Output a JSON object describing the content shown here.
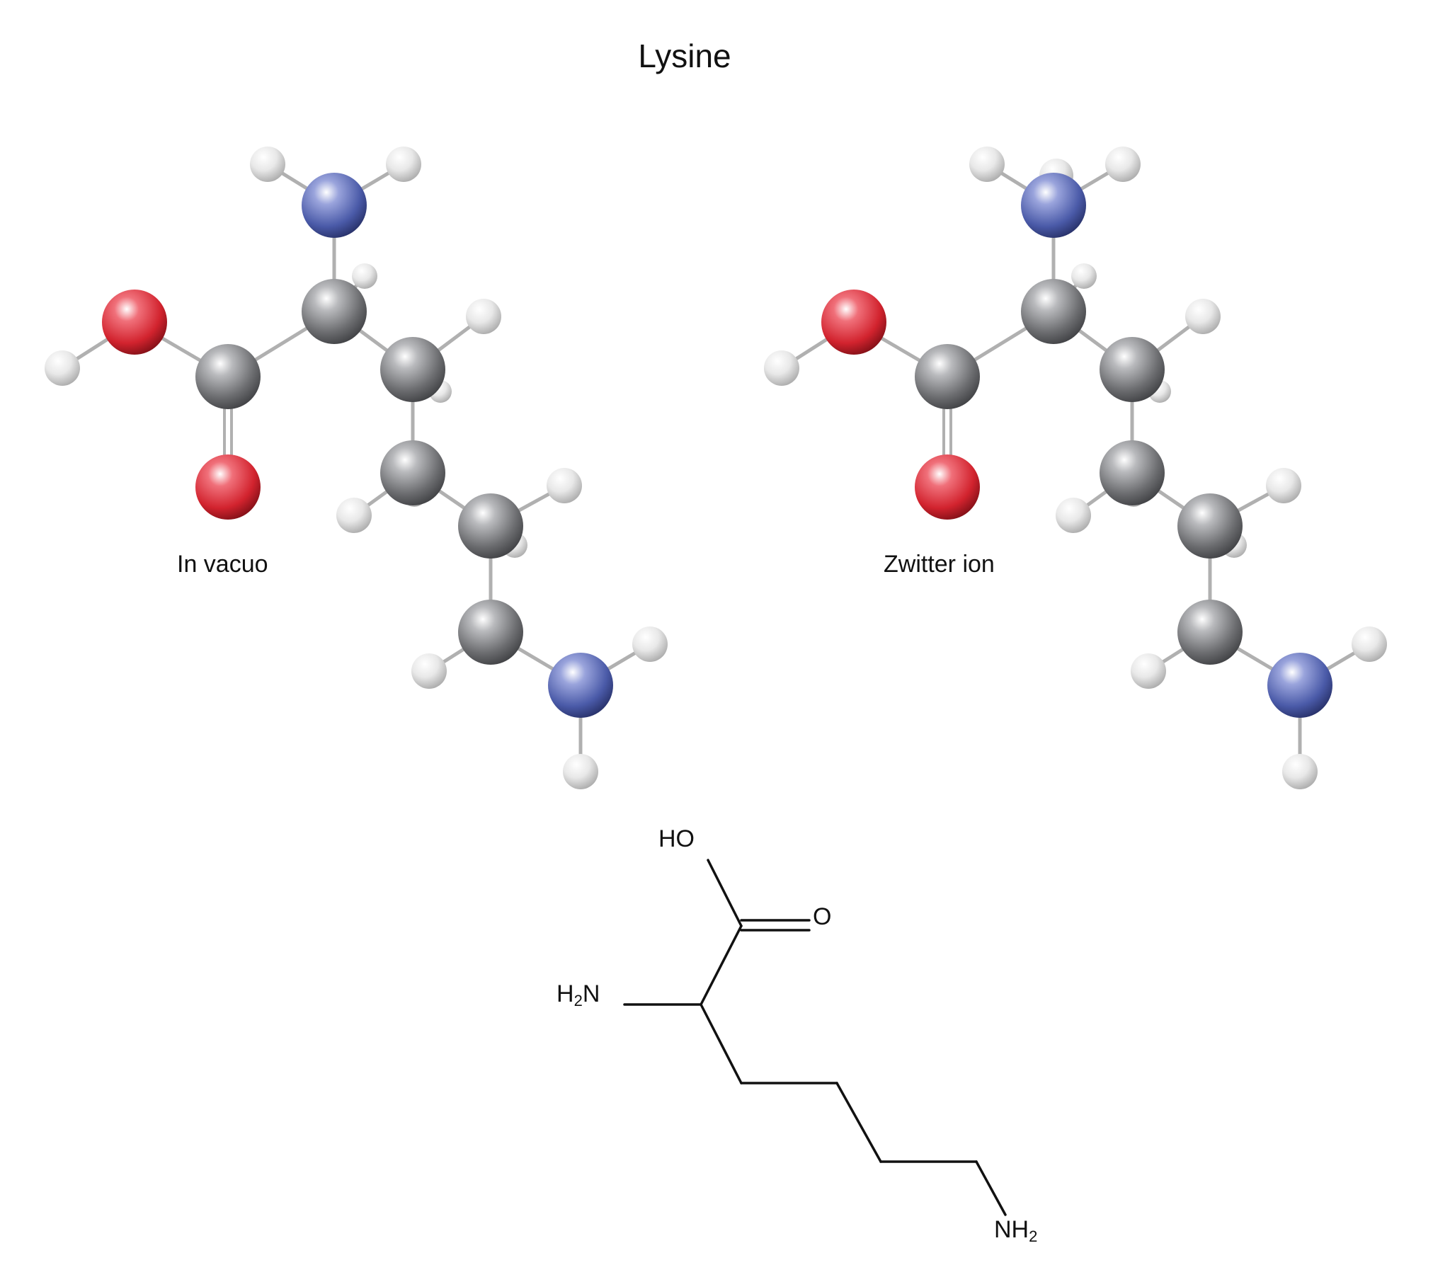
{
  "title": "Lysine",
  "models": [
    {
      "id": "in-vacuo",
      "caption": "In vacuo"
    },
    {
      "id": "zwitter-ion",
      "caption": "Zwitter ion"
    }
  ],
  "colors": {
    "carbon": "#7a7b7e",
    "hydrogen": "#e6e6e6",
    "oxygen": "#d2232e",
    "nitrogen": "#4a5aa8",
    "bond": "#b0b0b0",
    "skeletal_line": "#111111"
  },
  "skeletal": {
    "hydroxyl_label": {
      "main": "HO",
      "sub": ""
    },
    "carbonyl_label": {
      "main": "O",
      "sub": ""
    },
    "alpha_amine_label": {
      "pre": "H",
      "sub": "2",
      "post": "N"
    },
    "side_amine_label": {
      "pre": "NH",
      "sub": "2",
      "post": ""
    }
  }
}
